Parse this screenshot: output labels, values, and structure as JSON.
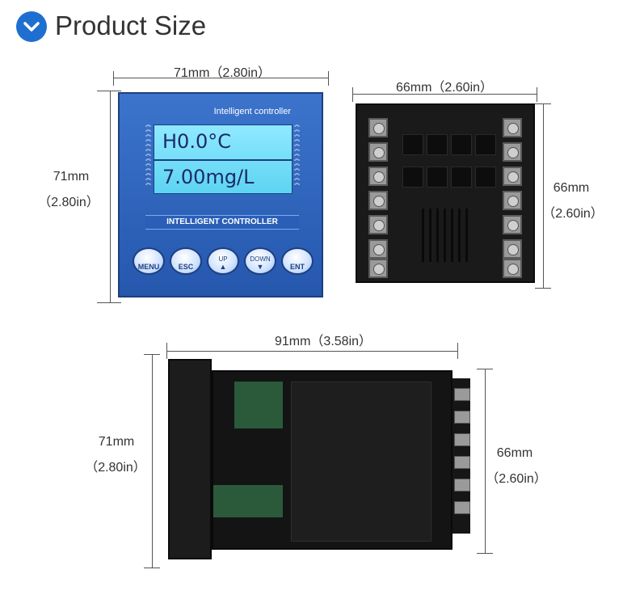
{
  "header": {
    "title": "Product Size",
    "icon": "chevron-down-circle-icon",
    "icon_color": "#1f6fd1"
  },
  "front_view": {
    "width_label": "71mm（2.80in）",
    "height_label_mm": "71mm",
    "height_label_in": "（2.80in）",
    "brand": "Intelligent controller",
    "display_line1": "H0.0°C",
    "display_line2": "7.00mg/L",
    "strip_label": "INTELLIGENT CONTROLLER",
    "buttons": [
      {
        "label": "MENU",
        "top": "",
        "arrow": ""
      },
      {
        "label": "ESC",
        "top": "",
        "arrow": ""
      },
      {
        "label": "",
        "top": "UP",
        "arrow": "▲"
      },
      {
        "label": "",
        "top": "DOWN",
        "arrow": "▼"
      },
      {
        "label": "ENT",
        "top": "",
        "arrow": ""
      }
    ]
  },
  "back_view": {
    "width_label": "66mm（2.60in）",
    "height_label_mm": "66mm",
    "height_label_in": "（2.60in）"
  },
  "side_view": {
    "depth_label": "91mm（3.58in）",
    "left_label_mm": "71mm",
    "left_label_in": "（2.80in）",
    "right_label_mm": "66mm",
    "right_label_in": "（2.60in）"
  }
}
